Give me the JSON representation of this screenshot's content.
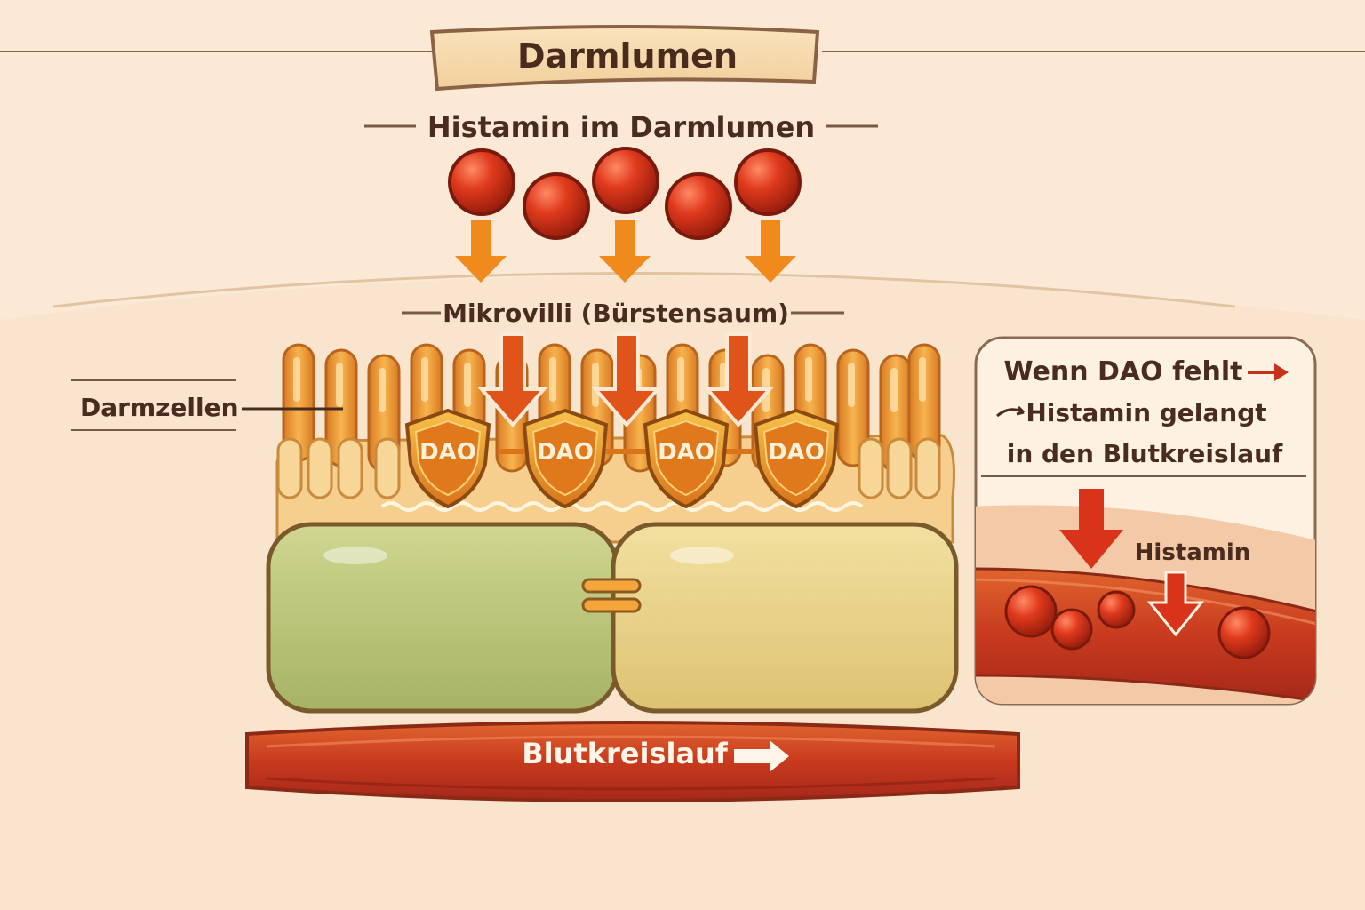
{
  "colors": {
    "background": "#fbe9d6",
    "histamine": "#d9341a",
    "arrow_orange": "#f08a1c",
    "arrow_red": "#d93a1a",
    "blood": "#c83a1e",
    "dao_shield": "#f2a41c",
    "cell_green": "#b9c47a",
    "cell_yellow": "#e9d48c",
    "villi": "#f2a74a",
    "text": "#4a2c1e"
  },
  "banner": {
    "title": "Darmlumen"
  },
  "labels": {
    "histamin_lumen": "Histamin im Darmlumen",
    "mikrovilli": "Mikrovilli (Bürstensaum)",
    "darmzellen": "Darmzellen",
    "blutkreislauf": "Blutkreislauf"
  },
  "dao": {
    "label": "DAO"
  },
  "inset": {
    "line1": "Wenn DAO fehlt",
    "line2": "Histamin gelangt",
    "line3": "in den Blutkreislauf",
    "histamin_label": "Histamin"
  },
  "icons": [
    "histamine-molecule-icon",
    "down-arrow-icon",
    "dao-shield-icon",
    "right-arrow-icon",
    "curved-arrow-icon"
  ]
}
